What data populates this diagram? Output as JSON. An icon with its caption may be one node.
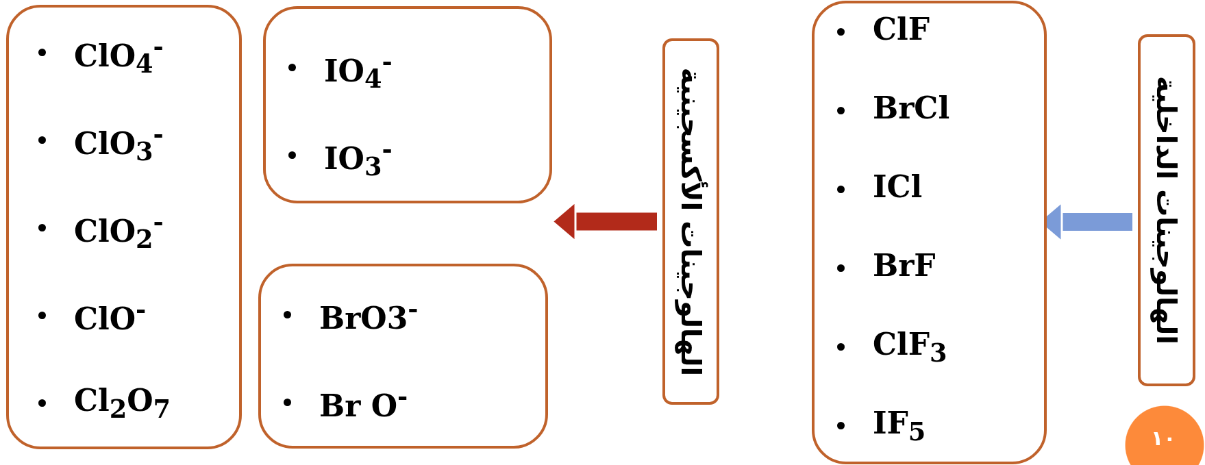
{
  "diagram": {
    "nodes": [
      {
        "text": [
          "الهالوجينات الداخلية"
        ]
      },
      {
        "text": [
          "ClF",
          "BrCl",
          "ICl",
          "BrF",
          "ClF$_{3}$",
          "IF$_{5}$"
        ]
      },
      {
        "text": [
          "الهالوجينات الأكسجينية"
        ]
      },
      {
        "text": [
          "IO$_{4}$$^{-}$",
          "IO$_{3}$$^{-}$"
        ]
      },
      {
        "text": [
          "BrO3$^{-}$",
          "Br O$^{-}$"
        ]
      },
      {
        "text": [
          "ClO$_{4}$$^{-}$",
          "ClO$_{3}$$^{-}$",
          "ClO$_{2}$$^{-}$",
          "ClO$^{-}$",
          "Cl$_{2}$O$_{7}$"
        ]
      }
    ],
    "edges": [
      {
        "from": 0,
        "to": 1,
        "arrow": "to",
        "color": "#7b9bd8"
      },
      {
        "from": 2,
        "to": 4,
        "arrow": "to",
        "color": "#b22a1a"
      }
    ],
    "labels": [
      "١٠"
    ]
  }
}
